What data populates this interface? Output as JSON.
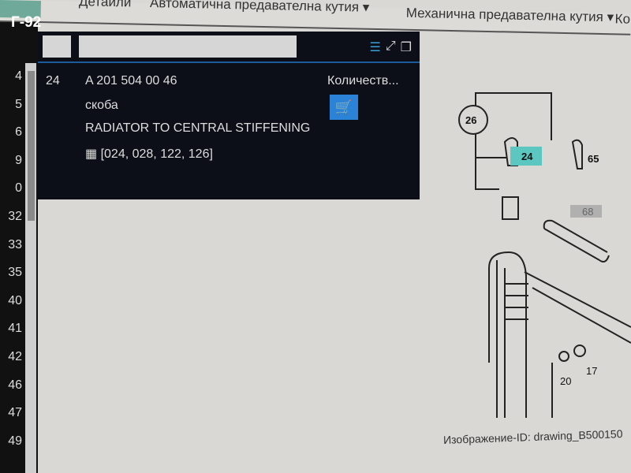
{
  "watermark": "Г-92",
  "nav": {
    "tabs": [
      "Детайли",
      "Автоматична предавателна кутия ▾",
      "Механична предавателна кутия ▾",
      "Ко"
    ]
  },
  "sidebar": {
    "numbers": [
      "4",
      "5",
      "6",
      "9",
      "0",
      "32",
      "33",
      "35",
      "40",
      "41",
      "42",
      "46",
      "47",
      "49"
    ]
  },
  "panel": {
    "item_position": "24",
    "part_number": "A 201 504 00 46",
    "name": "скоба",
    "description": "RADIATOR TO CENTRAL STIFFENING",
    "models": "[024, 028, 122, 126]",
    "quantity_label": "Количеств...",
    "icons": [
      "list-icon",
      "expand-icon",
      "copy-icon",
      "calendar-icon",
      "cart-icon"
    ]
  },
  "drawing": {
    "callouts": [
      "26",
      "24",
      "65",
      "68",
      "20",
      "17"
    ],
    "image_id": "Изображение-ID: drawing_B500150",
    "highlight_color": "#5cc7c0"
  }
}
